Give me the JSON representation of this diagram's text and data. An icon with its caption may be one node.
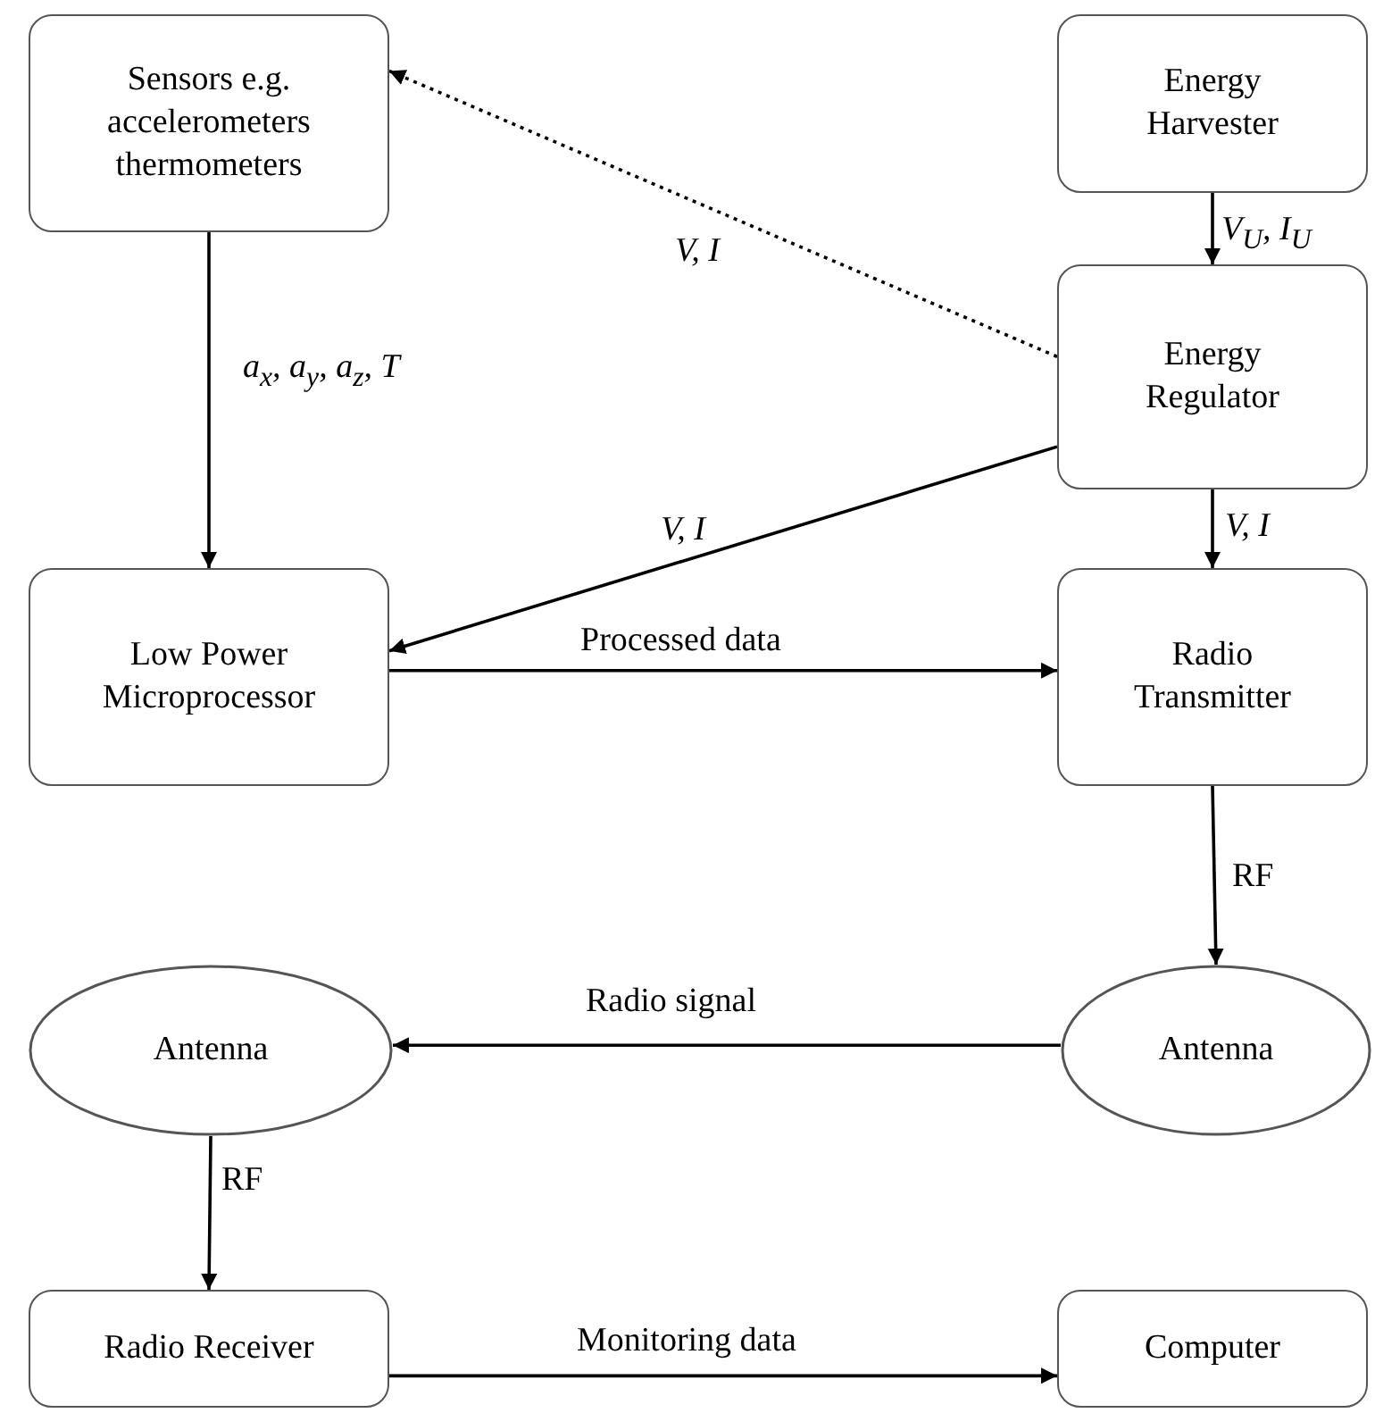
{
  "diagram": {
    "nodes": [
      {
        "text": [
          "Sensors e.g. accelerometers thermometers"
        ]
      },
      {
        "text": [
          "Energy Harvester"
        ]
      },
      {
        "text": [
          "Energy Regulator"
        ]
      },
      {
        "text": [
          "Low Power Microprocessor"
        ]
      },
      {
        "text": [
          "Radio Transmitter"
        ]
      },
      {
        "text": [
          "Antenna"
        ]
      },
      {
        "text": [
          "Antenna"
        ]
      },
      {
        "text": [
          "Radio Receiver"
        ]
      },
      {
        "text": [
          "Computer"
        ]
      }
    ],
    "edges": [
      {
        "from": 2,
        "to": 0,
        "arrow": "to",
        "label": "V, I",
        "style": "dashed"
      },
      {
        "from": 1,
        "to": 2,
        "arrow": "to",
        "label": "V$_{U}$, I$_{U}$"
      },
      {
        "from": 0,
        "to": 3,
        "arrow": "to",
        "label": "a$_{x}$, a$_{y}$, a$_{z}$, T"
      },
      {
        "from": 2,
        "to": 3,
        "arrow": "to",
        "label": "V, I"
      },
      {
        "from": 2,
        "to": 4,
        "arrow": "to",
        "label": "V, I"
      },
      {
        "from": 3,
        "to": 4,
        "arrow": "to",
        "label": "Processed data"
      },
      {
        "from": 4,
        "to": 5,
        "arrow": "to",
        "label": "RF"
      },
      {
        "from": 5,
        "to": 6,
        "arrow": "to",
        "label": "Radio signal"
      },
      {
        "from": 6,
        "to": 7,
        "arrow": "to",
        "label": "RF"
      },
      {
        "from": 7,
        "to": 8,
        "arrow": "to",
        "label": "Monitoring data"
      }
    ]
  }
}
